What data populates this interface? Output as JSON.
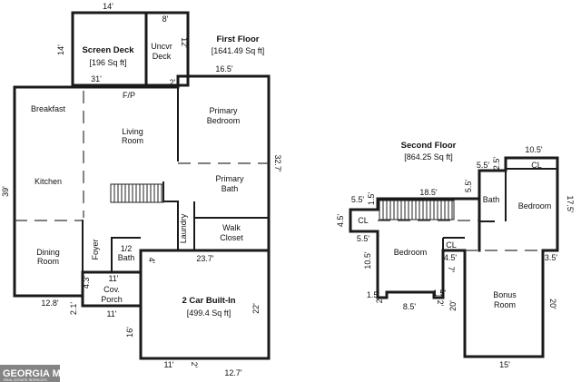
{
  "first_floor": {
    "title": "First Floor",
    "area": "[1641.49 Sq ft]",
    "rooms": {
      "screen_deck": "Screen Deck",
      "screen_deck_area": "[196 Sq ft]",
      "uncvr_deck_1": "Uncvr",
      "uncvr_deck_2": "Deck",
      "breakfast": "Breakfast",
      "fp": "F/P",
      "living_1": "Living",
      "living_2": "Room",
      "kitchen": "Kitchen",
      "primary_bedroom_1": "Primary",
      "primary_bedroom_2": "Bedroom",
      "primary_bath_1": "Primary",
      "primary_bath_2": "Bath",
      "laundry": "Laundry",
      "walk_closet_1": "Walk",
      "walk_closet_2": "Closet",
      "dining_1": "Dining",
      "dining_2": "Room",
      "foyer": "Foyer",
      "half_bath_1": "1/2",
      "half_bath_2": "Bath",
      "cov_porch_1": "Cov.",
      "cov_porch_2": "Porch",
      "garage": "2 Car Built-In",
      "garage_area": "[499.4 Sq ft]"
    },
    "dimensions": {
      "d14_top": "14'",
      "d14_left": "14'",
      "d8": "8'",
      "d12": "12'",
      "d31": "31'",
      "d2_deck": "2'",
      "d16_5": "16.5'",
      "d39": "39'",
      "d32_7": "32.7'",
      "d11_porch_top": "11'",
      "d4_3": "4.3'",
      "d4": "4'",
      "d23_7": "23.7'",
      "d12_8": "12.8'",
      "d2_1": "2.1'",
      "d11_porch_bottom": "11'",
      "d22": "22'",
      "d16": "16'",
      "d11_garage": "11'",
      "d2_garage": "2'",
      "d12_7": "12.7'"
    }
  },
  "second_floor": {
    "title": "Second Floor",
    "area": "[864.25 Sq ft]",
    "rooms": {
      "cl_left": "CL",
      "cl_top": "CL",
      "cl_mid": "CL",
      "bath": "Bath",
      "bedroom_right": "Bedroom",
      "bedroom_left": "Bedroom",
      "bonus_1": "Bonus",
      "bonus_2": "Room"
    },
    "dimensions": {
      "d10_5": "10.5'",
      "d2_5": "2.5'",
      "d5_5_top": "5.5'",
      "d18_5": "18.5'",
      "d5_5_right": "5.5'",
      "d17_5": "17.5'",
      "d5_5_left": "5.5'",
      "d1_5_top": "1.5'",
      "d4_5_left": "4.5'",
      "d5_5_lower": "5.5'",
      "d10_5_left": "10.5'",
      "d4_5_mid": "4.5'",
      "d7": "7'",
      "d3_5": "3.5'",
      "d1_5_bl": "1.5'",
      "d2_bl": "2'",
      "d8_5": "8.5'",
      "d1_5_br": "1.5'",
      "d2_br": "2'",
      "d20_left": "20'",
      "d20_right": "20'",
      "d15": "15'"
    }
  },
  "watermark": {
    "brand": "GEORGIA MLS",
    "tagline": "REAL ESTATE SERVICES"
  }
}
